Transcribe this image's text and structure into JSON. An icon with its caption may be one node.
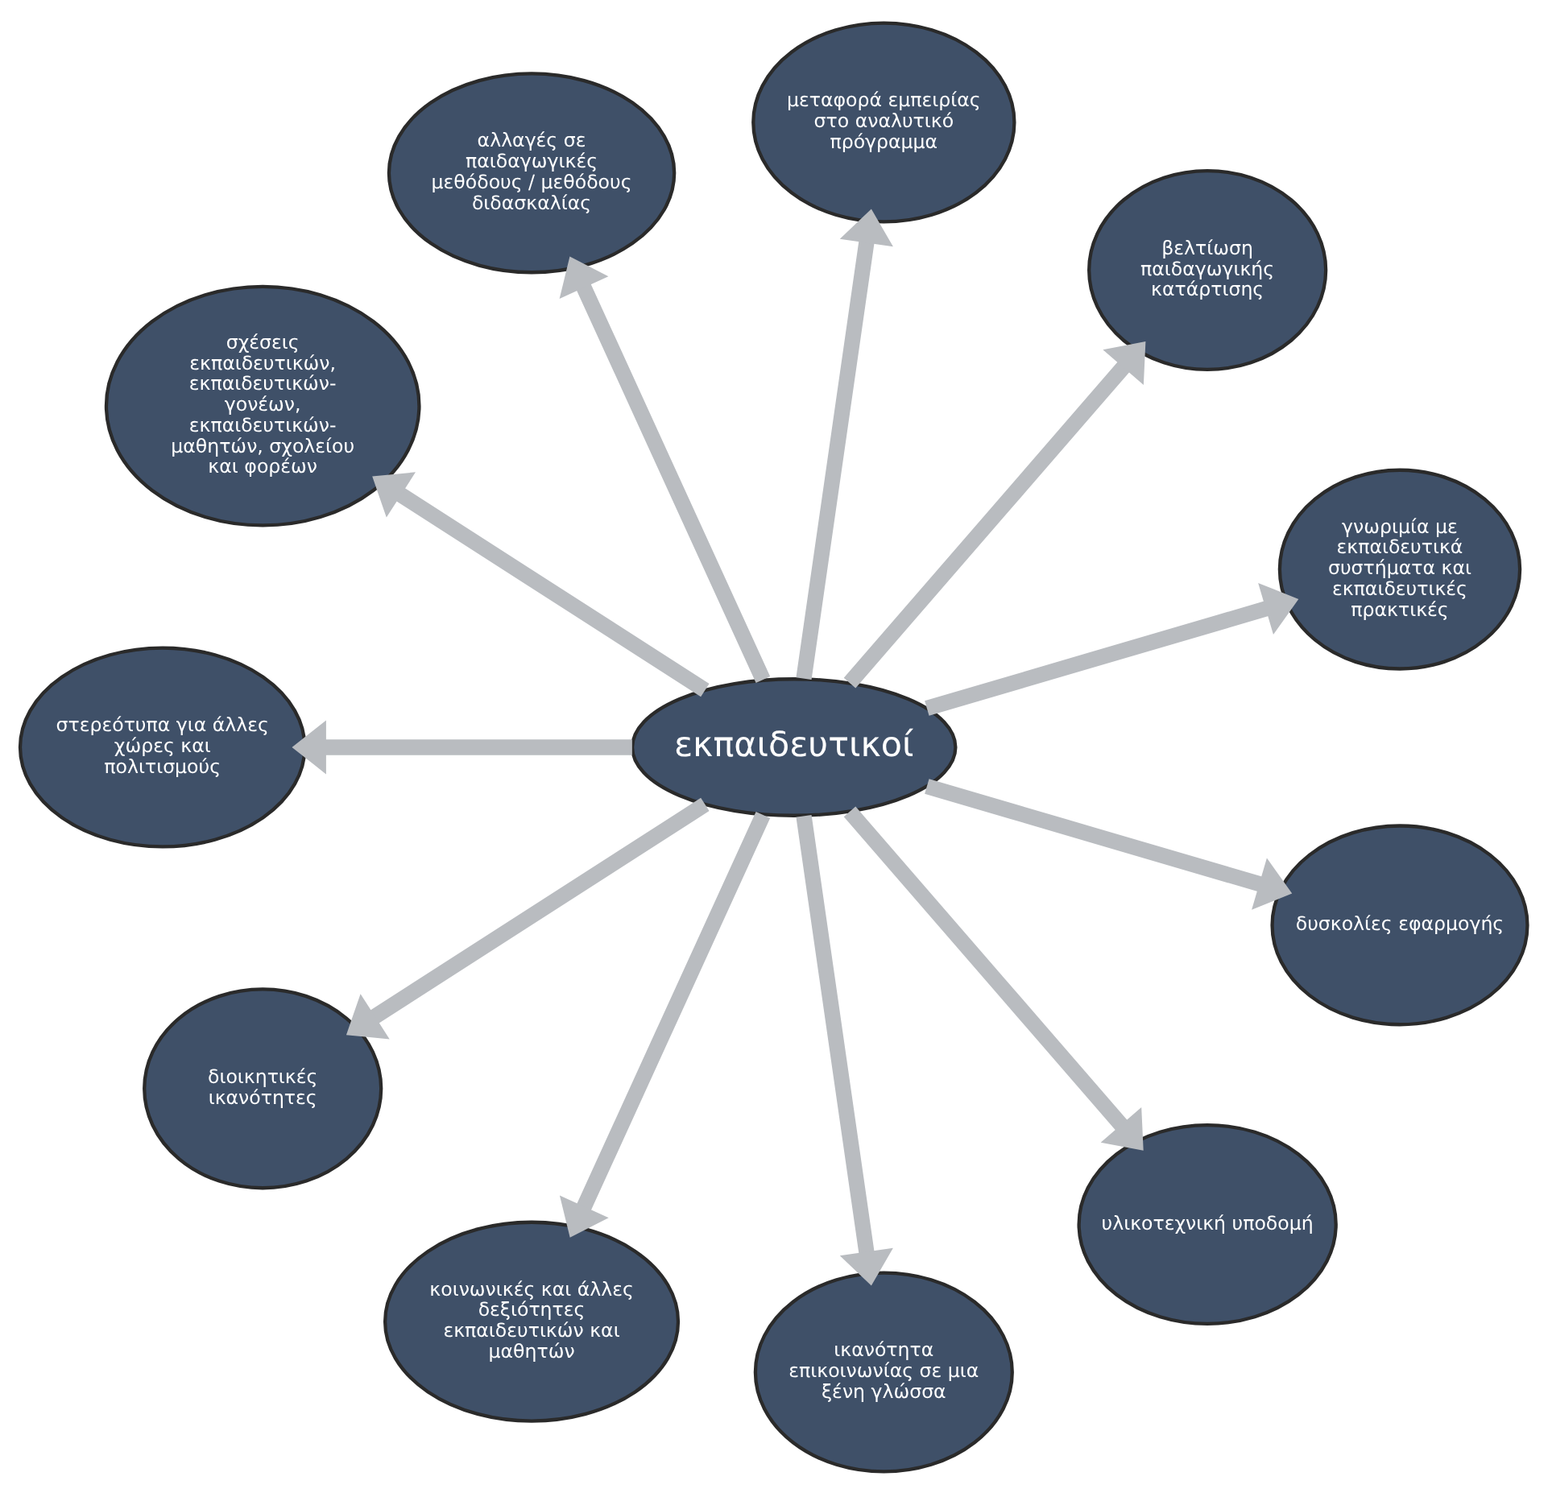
{
  "diagram": {
    "nodes": [
      {
        "text": [
          "εκπαιδευτικοί"
        ]
      },
      {
        "text": [
          "γνωριμία με εκπαιδευτικά συστήματα και εκπαιδευτικές πρακτικές"
        ]
      },
      {
        "text": [
          "βελτίωση παιδαγωγικής κατάρτισης"
        ]
      },
      {
        "text": [
          "μεταφορά εμπειρίας στο αναλυτικό πρόγραμμα"
        ]
      },
      {
        "text": [
          "αλλαγές σε παιδαγωγικές μεθόδους / μεθόδους διδασκαλίας"
        ]
      },
      {
        "text": [
          "σχέσεις εκπαιδευτικών, εκπαιδευτικών- γονέων, εκπαιδευτικών- μαθητών, σχολείου και φορέων"
        ]
      },
      {
        "text": [
          "στερεότυπα για άλλες χώρες και πολιτισμούς"
        ]
      },
      {
        "text": [
          "διοικητικές ικανότητες"
        ]
      },
      {
        "text": [
          "κοινωνικές και άλλες δεξιότητες εκπαιδευτικών και μαθητών"
        ]
      },
      {
        "text": [
          "ικανότητα επικοινωνίας σε μια ξένη γλώσσα"
        ]
      },
      {
        "text": [
          "υλικοτεχνική υποδομή"
        ]
      },
      {
        "text": [
          "δυσκολίες εφαρμογής"
        ]
      }
    ],
    "edges": [
      {
        "from": 0,
        "to": 1,
        "arrow": "to"
      },
      {
        "from": 0,
        "to": 2,
        "arrow": "to"
      },
      {
        "from": 0,
        "to": 3,
        "arrow": "to"
      },
      {
        "from": 0,
        "to": 4,
        "arrow": "to"
      },
      {
        "from": 0,
        "to": 5,
        "arrow": "to"
      },
      {
        "from": 0,
        "to": 6,
        "arrow": "to"
      },
      {
        "from": 0,
        "to": 7,
        "arrow": "to"
      },
      {
        "from": 0,
        "to": 8,
        "arrow": "to"
      },
      {
        "from": 0,
        "to": 9,
        "arrow": "to"
      },
      {
        "from": 0,
        "to": 10,
        "arrow": "to"
      },
      {
        "from": 0,
        "to": 11,
        "arrow": "to"
      }
    ]
  }
}
